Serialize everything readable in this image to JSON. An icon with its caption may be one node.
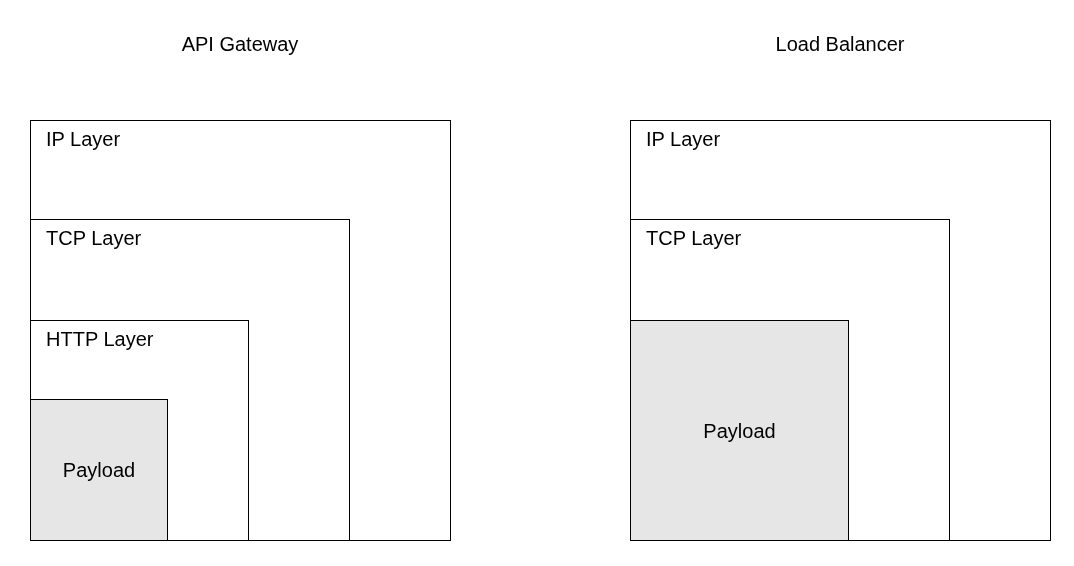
{
  "diagram": {
    "nodes": [
      {
        "text": [
          "IP Layer"
        ]
      },
      {
        "text": [
          "TCP Layer"
        ],
        "in": 0
      },
      {
        "text": [
          "HTTP Layer"
        ],
        "in": 1
      },
      {
        "text": [
          "Payload"
        ],
        "in": 2
      },
      {
        "text": [
          "IP Layer"
        ]
      },
      {
        "text": [
          "TCP Layer"
        ],
        "in": 4
      },
      {
        "text": [
          "Payload"
        ],
        "in": 5
      }
    ],
    "labels": [
      "API Gateway",
      "Load Balancer"
    ]
  }
}
